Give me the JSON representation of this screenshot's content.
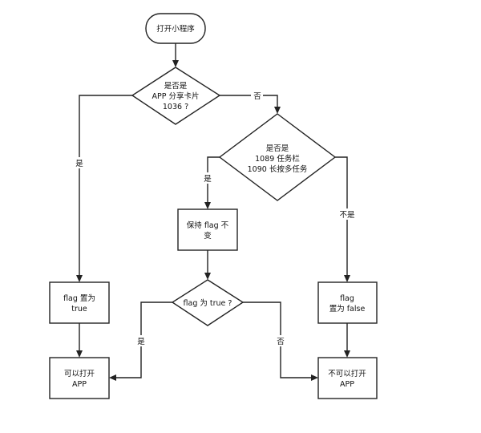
{
  "nodes": {
    "start": {
      "lines": [
        "打开小程序"
      ]
    },
    "decision_1036": {
      "lines": [
        "是否是",
        "APP 分享卡片",
        "1036 ?"
      ]
    },
    "decision_1089": {
      "lines": [
        "是否是",
        "1089 任务栏",
        "1090 长按多任务"
      ]
    },
    "keep_flag": {
      "lines": [
        "保持 flag 不",
        "变"
      ]
    },
    "flag_true": {
      "lines": [
        "flag 置为",
        "true"
      ]
    },
    "decision_flag": {
      "lines": [
        "flag 为 true ?"
      ]
    },
    "flag_false": {
      "lines": [
        "flag",
        "置为 false"
      ]
    },
    "can_open": {
      "lines": [
        "可以打开",
        "APP"
      ]
    },
    "cannot_open": {
      "lines": [
        "不可以打开",
        "APP"
      ]
    }
  },
  "edges": {
    "e_1036_no": {
      "label": "否"
    },
    "e_1036_yes": {
      "label": "是"
    },
    "e_1089_yes": {
      "label": "是"
    },
    "e_1089_no": {
      "label": "不是"
    },
    "e_flag_yes": {
      "label": "是"
    },
    "e_flag_no": {
      "label": "否"
    }
  },
  "colors": {
    "stroke": "#222222",
    "text": "#111111",
    "background": "#ffffff"
  }
}
